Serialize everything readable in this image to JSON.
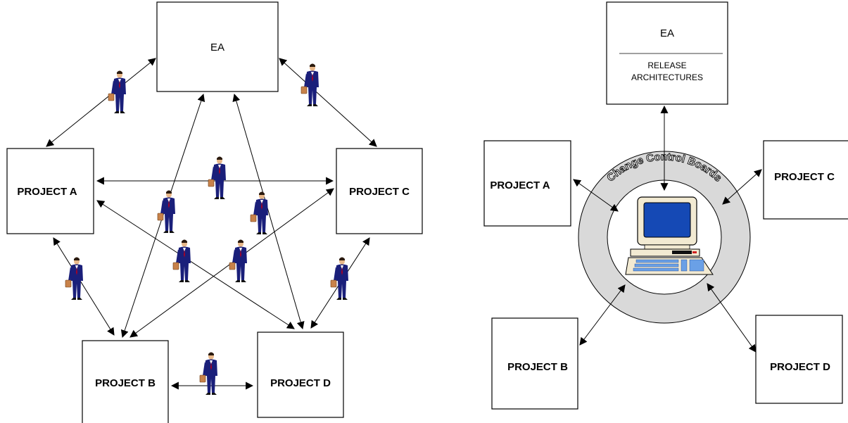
{
  "left": {
    "ea": "EA",
    "project_a": "PROJECT A",
    "project_b": "PROJECT B",
    "project_c": "PROJECT C",
    "project_d": "PROJECT D"
  },
  "right": {
    "ea": "EA",
    "release_line1": "RELEASE",
    "release_line2": "ARCHITECTURES",
    "ring_label": "Change Control Boards",
    "project_a": "PROJECT A",
    "project_b": "PROJECT B",
    "project_c": "PROJECT C",
    "project_d": "PROJECT D"
  },
  "colors": {
    "suit": "#1a1f7a",
    "ring": "#d9d9d9",
    "monitor_screen": "#1549b5",
    "monitor_body": "#f2ead2"
  },
  "icons": [
    "businessman-icon",
    "computer-icon"
  ]
}
